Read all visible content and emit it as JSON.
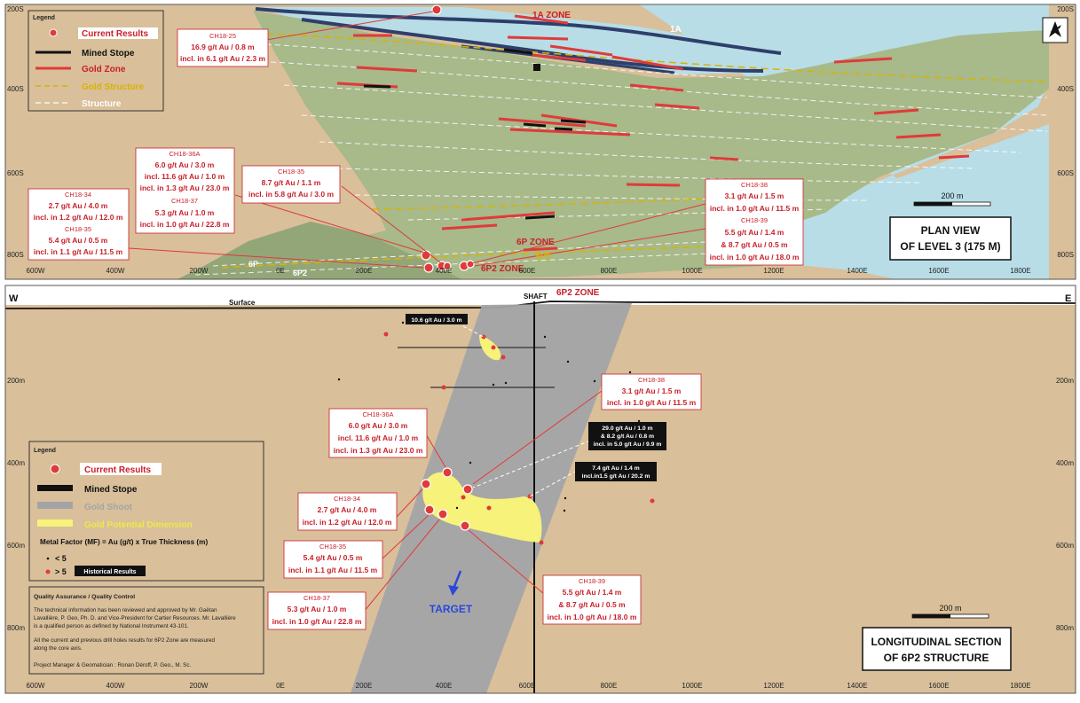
{
  "colors": {
    "sand": "#d9bf9a",
    "sand_dark": "#cfb48c",
    "green": "#a8b98a",
    "green_dark": "#93a678",
    "water": "#b8dde6",
    "navy": "#2e3f6b",
    "red": "#e03a3a",
    "label_red": "#c8202a",
    "gold": "#d8b400",
    "gray": "#a4a4a8",
    "yellow": "#f6f27a",
    "blue": "#2a48d8",
    "black": "#111111"
  },
  "plan_view": {
    "title_line1": "PLAN VIEW",
    "title_line2": "OF LEVEL 3 (175 M)",
    "scale_label": "200 m",
    "legend": {
      "title": "Legend",
      "items": [
        {
          "label": "Current Results",
          "symbol": "dot"
        },
        {
          "label": "Mined Stope",
          "symbol": "black-line"
        },
        {
          "label": "Gold Zone",
          "symbol": "red-line"
        },
        {
          "label": "Gold Structure",
          "symbol": "gold-dash"
        },
        {
          "label": "Structure",
          "symbol": "white-dash"
        }
      ]
    },
    "zone_labels": [
      "1A ZONE",
      "1A",
      "6P ZONE",
      "6P2 ZONE",
      "6P",
      "6P2",
      "6P2"
    ],
    "y_ticks_left": [
      "200S",
      "400S",
      "600S",
      "800S"
    ],
    "y_ticks_right": [
      "200S",
      "400S",
      "600S",
      "800S"
    ],
    "x_ticks": [
      "600W",
      "400W",
      "200W",
      "0E",
      "200E",
      "400E",
      "600E",
      "800E",
      "1000E",
      "1200E",
      "1400E",
      "1600E",
      "1800E"
    ],
    "callouts": [
      {
        "hole": "CH18-25",
        "lines": [
          "16.9 g/t Au / 0.8 m",
          "incl. in 6.1 g/t Au / 2.3 m"
        ]
      },
      {
        "hole": "CH18-36A",
        "lines": [
          "6.0 g/t Au / 3.0 m",
          "incl. 11.6 g/t Au / 1.0 m",
          "incl. in 1.3 g/t Au / 23.0 m"
        ],
        "hole2": "CH18-37",
        "lines2": [
          "5.3 g/t Au / 1.0 m",
          "incl. in 1.0 g/t Au / 22.8 m"
        ]
      },
      {
        "hole": "CH18-35",
        "lines": [
          "8.7 g/t Au / 1.1 m",
          "incl. in 5.8 g/t Au / 3.0 m"
        ]
      },
      {
        "hole": "CH18-34",
        "lines": [
          "2.7 g/t Au / 4.0 m",
          "incl. in 1.2 g/t Au / 12.0 m"
        ],
        "hole2": "CH18-35",
        "lines2": [
          "5.4 g/t Au / 0.5 m",
          "incl. in 1.1 g/t Au / 11.5 m"
        ]
      },
      {
        "hole": "CH18-38",
        "lines": [
          "3.1 g/t Au / 1.5 m",
          "incl. in 1.0 g/t Au / 11.5 m"
        ],
        "hole2": "CH18-39",
        "lines2": [
          "5.5 g/t Au / 1.4 m",
          "& 8.7 g/t Au / 0.5 m",
          "incl. in 1.0 g/t Au / 18.0 m"
        ]
      }
    ]
  },
  "section": {
    "title_line1": "LONGITUDINAL SECTION",
    "title_line2": "OF 6P2 STRUCTURE",
    "west_label": "W",
    "east_label": "E",
    "surface_label": "Surface",
    "shaft_label": "SHAFT",
    "zone_label": "6P2 ZONE",
    "target_label": "TARGET",
    "scale_label": "200 m",
    "y_ticks_left": [
      "200m",
      "400m",
      "600m",
      "800m"
    ],
    "y_ticks_right": [
      "200m",
      "400m",
      "600m",
      "800m"
    ],
    "x_ticks": [
      "600W",
      "400W",
      "200W",
      "0E",
      "200E",
      "400E",
      "600E",
      "800E",
      "1000E",
      "1200E",
      "1400E",
      "1600E",
      "1800E"
    ],
    "legend": {
      "title": "Legend",
      "items": [
        {
          "label": "Current Results",
          "symbol": "dot"
        },
        {
          "label": "Mined Stope",
          "symbol": "black-bar"
        },
        {
          "label": "Gold Shoot",
          "symbol": "gray-bar"
        },
        {
          "label": "Gold Potential Dimension",
          "symbol": "yellow-bar"
        }
      ],
      "mf_title": "Metal Factor (MF) = Au (g/t) x True Thickness (m)",
      "mf_low": "< 5",
      "mf_high": "> 5",
      "historical_label": "Historical Results"
    },
    "qa": {
      "title": "Quality Assurance / Quality Control",
      "para1": [
        "The technical information has been reviewed and approved by Mr. Gaëtan",
        "Lavallière, P. Geo, Ph. D. and Vice-President for Cartier Resources. Mr. Lavallière",
        "is a qualified person as defined by National Instrument 43-101."
      ],
      "para2": [
        "All the current and previous drill holes results for 6P2 Zone are measured",
        "along the core axis."
      ],
      "credit": "Project Manager & Geomatician : Ronan Déroff, P. Geo., M. Sc."
    },
    "historical": [
      {
        "lines": [
          "10.6 g/t Au / 3.0 m"
        ]
      },
      {
        "lines": [
          "29.0 g/t Au / 1.0 m",
          "& 8.2 g/t Au / 0.8 m",
          "incl. in 5.0 g/t Au / 9.9 m"
        ]
      },
      {
        "lines": [
          "7.4 g/t Au / 1.4 m",
          "incl.in1.5 g/t Au / 20.2 m"
        ]
      }
    ],
    "callouts": [
      {
        "hole": "CH18-38",
        "lines": [
          "3.1 g/t Au / 1.5 m",
          "incl. in 1.0 g/t Au / 11.5 m"
        ]
      },
      {
        "hole": "CH18-36A",
        "lines": [
          "6.0 g/t Au / 3.0 m",
          "incl. 11.6 g/t Au / 1.0 m",
          "incl. in 1.3 g/t Au / 23.0 m"
        ]
      },
      {
        "hole": "CH18-34",
        "lines": [
          "2.7 g/t Au / 4.0 m",
          "incl. in 1.2 g/t Au / 12.0 m"
        ]
      },
      {
        "hole": "CH18-35",
        "lines": [
          "5.4 g/t Au / 0.5 m",
          "incl. in 1.1 g/t Au / 11.5 m"
        ]
      },
      {
        "hole": "CH18-37",
        "lines": [
          "5.3 g/t Au / 1.0 m",
          "incl. in 1.0 g/t Au / 22.8 m"
        ]
      },
      {
        "hole": "CH18-39",
        "lines": [
          "5.5 g/t Au / 1.4 m",
          "& 8.7 g/t Au / 0.5 m",
          "incl. in 1.0 g/t Au / 18.0 m"
        ]
      }
    ]
  }
}
